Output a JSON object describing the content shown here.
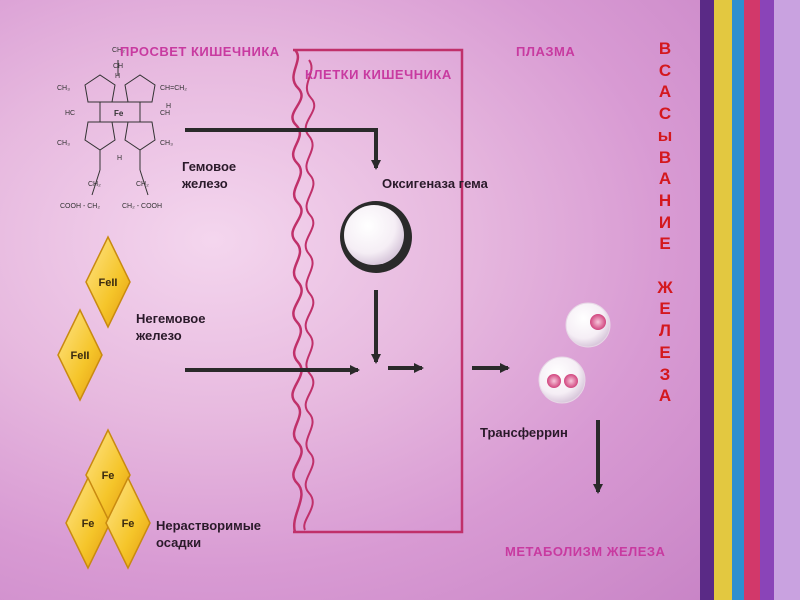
{
  "title_letters": [
    "В",
    "С",
    "А",
    "С",
    "ы",
    "В",
    "А",
    "Н",
    "И",
    "Е",
    "",
    "Ж",
    "Е",
    "Л",
    "Е",
    "З",
    "А"
  ],
  "zones": {
    "lumen": "ПРОСВЕТ КИШЕЧНИКА",
    "cells": "КЛЕТКИ КИШЕЧНИКА",
    "plasma": "ПЛАЗМА",
    "metabolism": "МЕТАБОЛИЗМ ЖЕЛЕЗА"
  },
  "labels": {
    "heme_line1": "Гемовое",
    "heme_line2": "железо",
    "nonheme_line1": "Негемовое",
    "nonheme_line2": "железо",
    "insoluble_line1": "Нерастворимые",
    "insoluble_line2": "осадки",
    "oxygenase": "Оксигеназа гема",
    "transferrin": "Трансферрин"
  },
  "iron_symbols": {
    "fe2": "FeII",
    "fe": "Fe",
    "heme_fe": "Fe"
  },
  "heme_formula": {
    "top_ch2": "CH₂",
    "top_ch": "CH",
    "top_h": "H",
    "h_right": "H",
    "left_top": "CH₃",
    "right_top": "CH=CH₂",
    "left_mid": "HC",
    "right_mid": "CH",
    "left_bot": "CH₃",
    "right_bot": "CH₃",
    "bot_h": "H",
    "bot_ch2_left": "CH₂",
    "bot_ch2_right": "CH₂",
    "bot_left": "COOH - CH₂",
    "bot_right": "CH₂ - COOH"
  },
  "colors": {
    "zone_label": "#c83aa0",
    "title": "#d4181e",
    "membrane": "#c0306a",
    "diamond": "#f5c52a"
  }
}
